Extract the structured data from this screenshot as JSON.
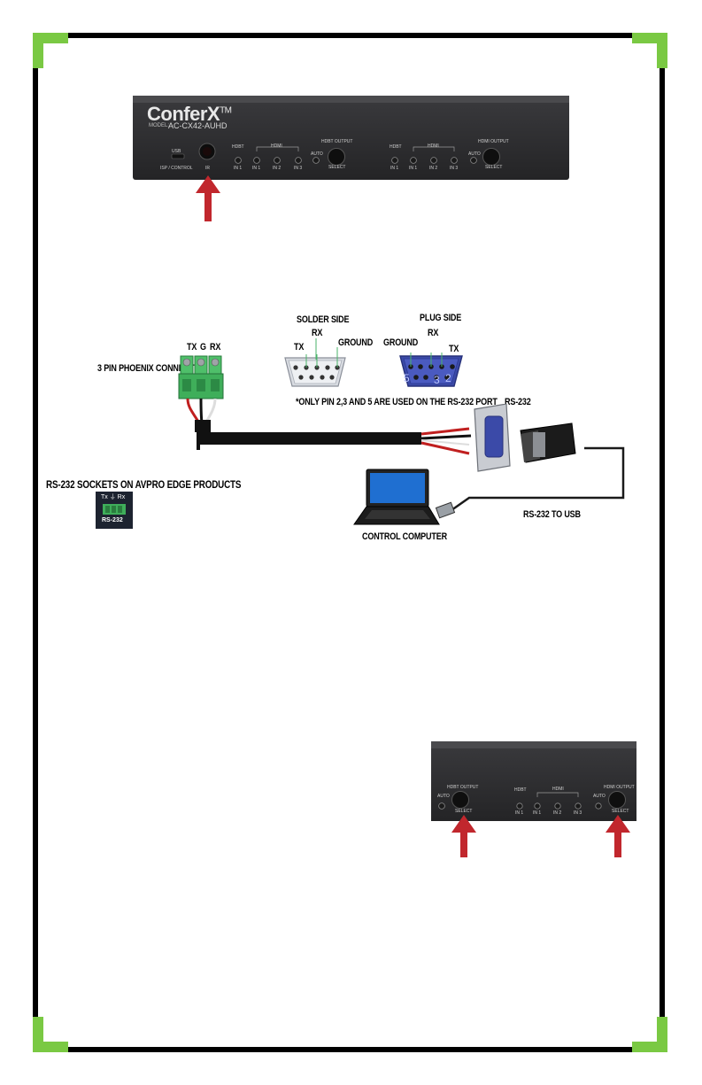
{
  "front_panel": {
    "brand": "ConferX",
    "trademark": "TM",
    "model_label": "MODEL:",
    "model": "AC-CX42-AUHD",
    "usb_label": "USB",
    "isp_label": "ISP / CONTROL",
    "ir_label": "IR",
    "hdbt_label": "HDBT",
    "hdmi_label": "HDMI",
    "in1": "IN 1",
    "in2": "IN 2",
    "in3": "IN 3",
    "auto_label": "AUTO",
    "hdbt_output_label": "HDBT OUTPUT",
    "hdmi_output_label": "HDMI OUTPUT",
    "select_label": "SELECT"
  },
  "wiring": {
    "solder_side": "SOLDER SIDE",
    "plug_side": "PLUG SIDE",
    "tx": "TX",
    "rx": "RX",
    "g": "G",
    "ground": "GROUND",
    "phoenix_connector": "3 PIN PHOENIX CONNECTOR",
    "pin_note": "*ONLY PIN 2,3 AND 5 ARE USED ON THE RS-232 PORT",
    "rs232": "RS-232",
    "rs232_to_usb": "RS-232 TO USB",
    "control_computer": "CONTROL COMPUTER",
    "sockets_title": "RS-232 SOCKETS ON AVPRO EDGE PRODUCTS",
    "socket_txrx": "Tx ⏚ Rx",
    "socket_label": "RS-232",
    "pin_5": "5",
    "pin_3": "3",
    "pin_2": "2"
  },
  "colors": {
    "corner_green": "#7ac943",
    "arrow_red": "#c1272d",
    "panel_dark": "#2b2b2d",
    "connector_green": "#3fae5a",
    "db9_blue": "#3b4aa8"
  }
}
